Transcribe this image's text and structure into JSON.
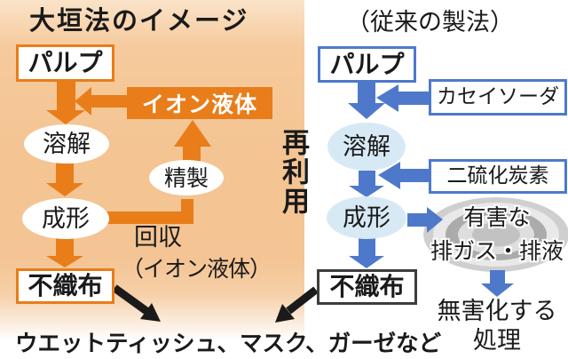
{
  "left": {
    "title": "大垣法のイメージ",
    "accent": "#e87d1a",
    "nodes": {
      "pulp": "パルプ",
      "ion_liquid": "イオン液体",
      "dissolve": "溶解",
      "refine": "精製",
      "form": "成形",
      "nonwoven": "不織布"
    },
    "labels": {
      "reuse": "再利用",
      "recovery": "回収",
      "recovery_sub": "（イオン液体）"
    }
  },
  "right": {
    "title": "（従来の製法）",
    "accent": "#4e79cb",
    "nodes": {
      "pulp": "パルプ",
      "caustic_soda": "カセイソーダ",
      "dissolve": "溶解",
      "carbon_disulfide": "二硫化炭素",
      "form": "成形",
      "nonwoven": "不織布"
    },
    "labels": {
      "harmful_line1": "有害な",
      "harmful_line2": "排ガス・排液",
      "treatment_line1": "無害化する",
      "treatment_line2": "処理"
    }
  },
  "footer": {
    "products": "ウエットティッシュ、マスク、ガーゼなど"
  }
}
